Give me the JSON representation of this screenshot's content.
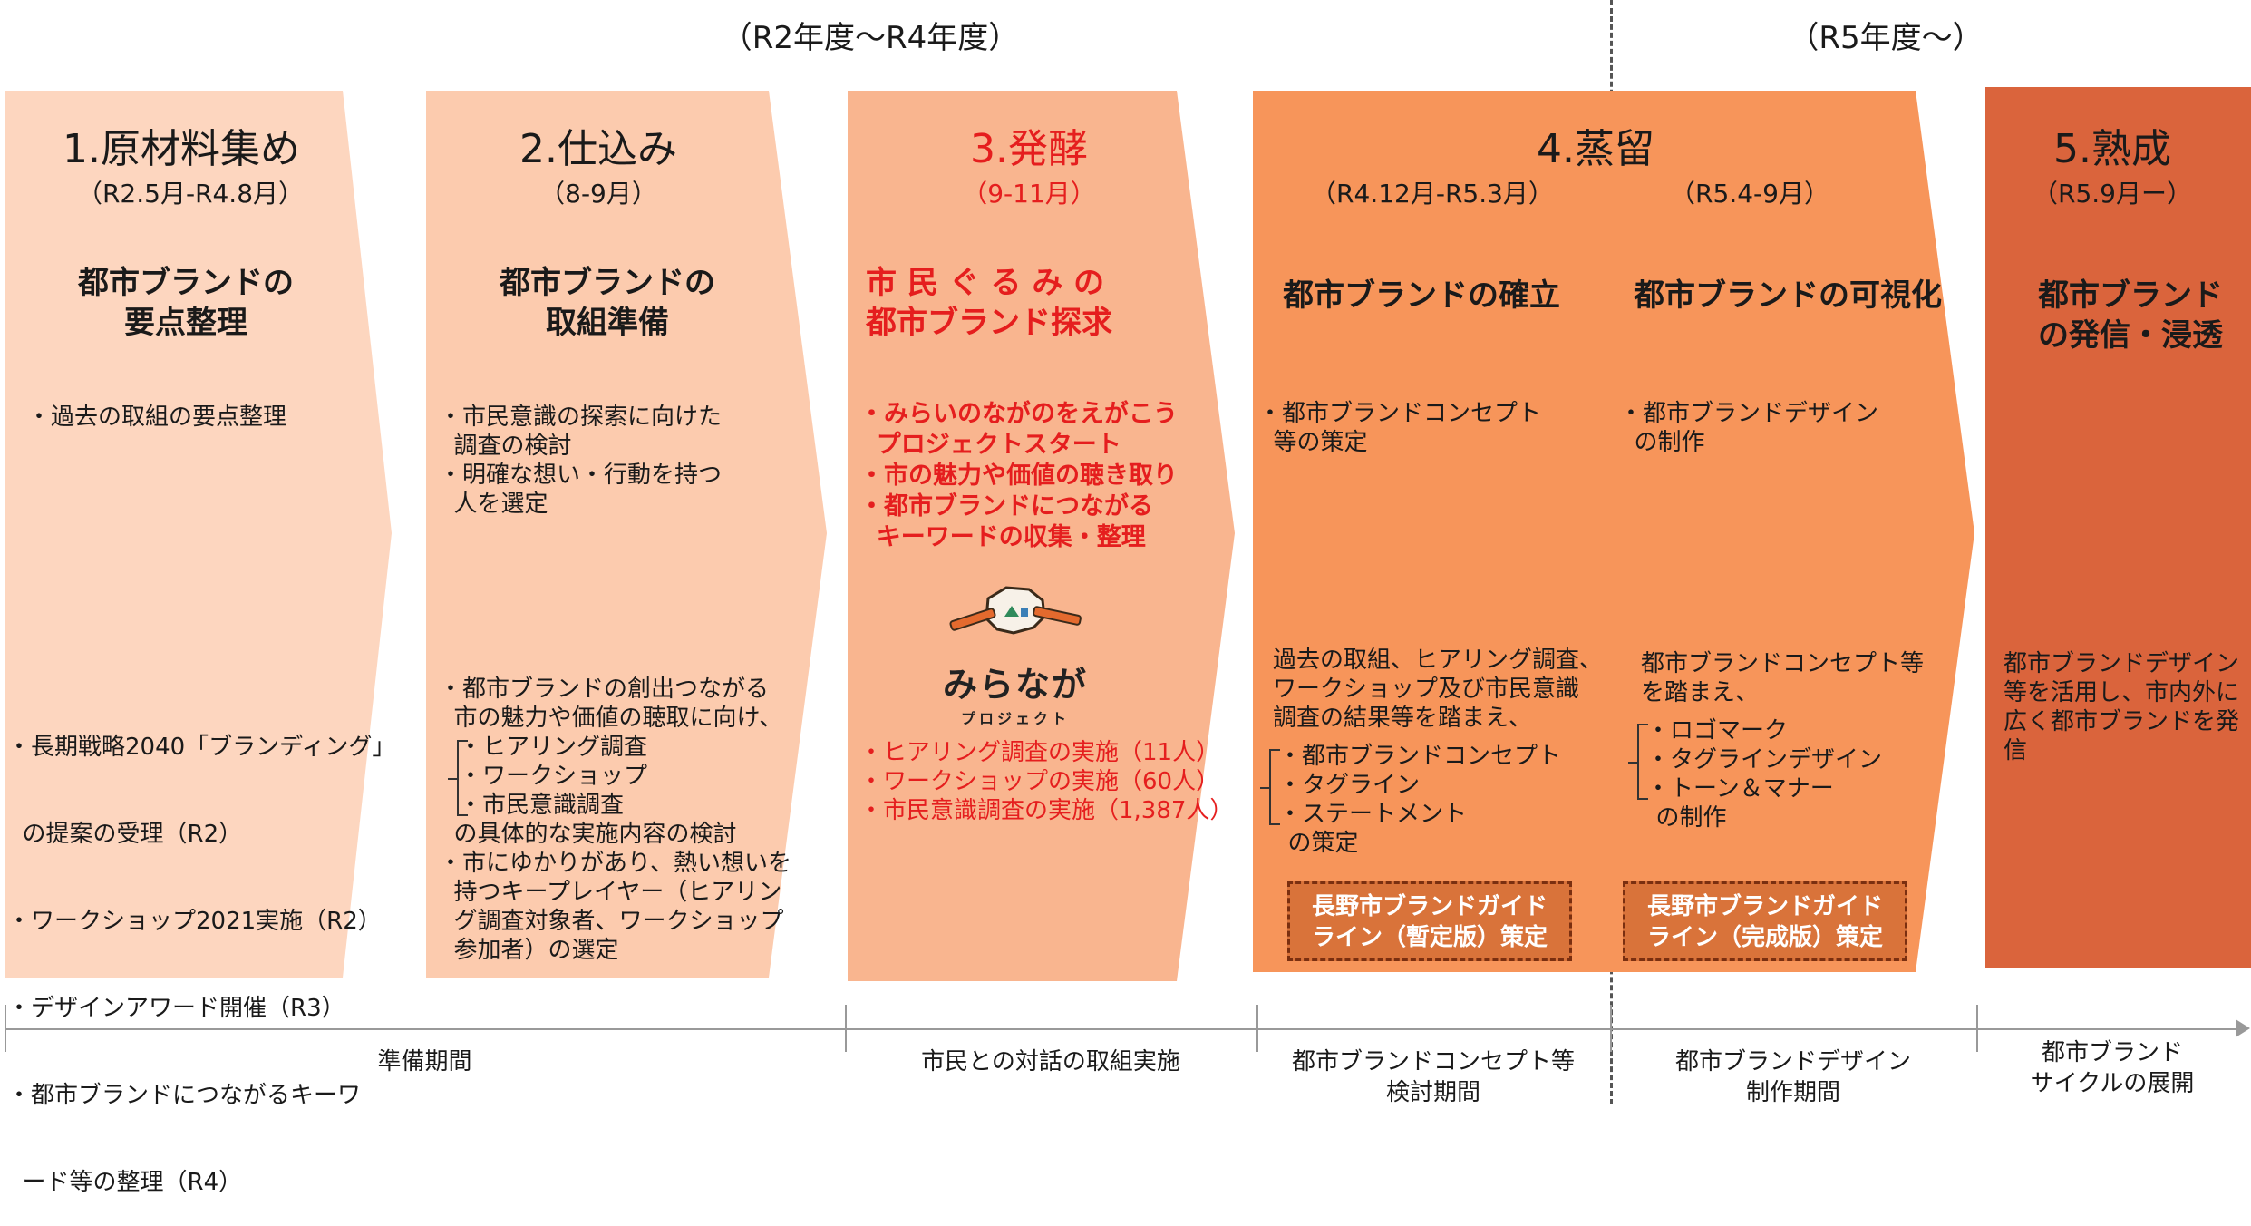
{
  "periods": {
    "left": "（R2年度～R4年度）",
    "right": "（R5年度～）"
  },
  "colors": {
    "step1": "#fdd6bf",
    "step2": "#fccbae",
    "step3": "#f9b58f",
    "step4": "#f7955a",
    "step5": "#da643c",
    "red_text": "#e51e1e",
    "guide_bg": "#d9733a"
  },
  "steps": [
    {
      "title": "1.原材料集め",
      "subtitle": "（R2.5月-R4.8月）",
      "heading_lines": [
        "都市ブランドの",
        "要点整理"
      ],
      "bullets": [
        "・過去の取組の要点整理"
      ],
      "details": [
        "・長期戦略2040「ブランディング」",
        "  の提案の受理（R2）",
        "・ワークショップ2021実施（R2）",
        "・デザインアワード開催（R3）",
        "・都市ブランドにつながるキーワ",
        "  ード等の整理（R4）"
      ]
    },
    {
      "title": "2.仕込み",
      "subtitle": "（8-9月）",
      "heading_lines": [
        "都市ブランドの",
        "取組準備"
      ],
      "bullets": [
        "・市民意識の探索に向けた",
        "  調査の検討",
        "・明確な想い・行動を持つ",
        "  人を選定"
      ],
      "details_intro": [
        "・都市ブランドの創出つながる",
        "  市の魅力や価値の聴取に向け、"
      ],
      "details_bracket": [
        "・ヒアリング調査",
        "・ワークショップ",
        "・市民意識調査"
      ],
      "details_outro": [
        "  の具体的な実施内容の検討",
        "・市にゆかりがあり、熱い想いを",
        "  持つキープレイヤー（ヒアリン",
        "  グ調査対象者、ワークショップ",
        "  参加者）の選定"
      ]
    },
    {
      "title": "3.発酵",
      "subtitle": "（9-11月）",
      "heading_lines": [
        "市 民 ぐ る み の",
        "都市ブランド探求"
      ],
      "bullets": [
        "・みらいのながのをえがこう",
        "  プロジェクトスタート",
        "・市の魅力や価値の聴き取り",
        "・都市ブランドにつながる",
        "  キーワードの収集・整理"
      ],
      "logo_text": "みらなが",
      "logo_sub": "プロジェクト",
      "details": [
        "・ヒアリング調査の実施（11人）",
        "・ワークショップの実施（60人）",
        "・市民意識調査の実施（1,387人）"
      ]
    },
    {
      "title": "4.蒸留",
      "subtitle_a": "（R4.12月-R5.3月）",
      "subtitle_b": "（R5.4-9月）",
      "heading_a": "都市ブランドの確立",
      "heading_b": "都市ブランドの可視化",
      "bullets_a": [
        "・都市ブランドコンセプト",
        "  等の策定"
      ],
      "bullets_b": [
        "・都市ブランドデザイン",
        "  の制作"
      ],
      "details_a_intro": [
        "過去の取組、ヒアリング調査、",
        "ワークショップ及び市民意識",
        "調査の結果等を踏まえ、"
      ],
      "details_a_bracket": [
        "・都市ブランドコンセプト",
        "・タグライン",
        "・ステートメント"
      ],
      "details_a_outro": [
        "  の策定"
      ],
      "details_b_intro": [
        "都市ブランドコンセプト等",
        "を踏まえ、"
      ],
      "details_b_bracket": [
        "・ロゴマーク",
        "・タグラインデザイン",
        "・トーン＆マナー"
      ],
      "details_b_outro": [
        "  の制作"
      ],
      "guide_a": [
        "長野市ブランドガイド",
        "ライン（暫定版）策定"
      ],
      "guide_b": [
        "長野市ブランドガイド",
        "ライン（完成版）策定"
      ]
    },
    {
      "title": "5.熟成",
      "subtitle": "（R5.9月ー）",
      "heading_lines": [
        "都市ブランド",
        "の発信・浸透"
      ],
      "details": [
        "都市ブランドデザイン",
        "等を活用し、市内外に",
        "広く都市ブランドを発",
        "信"
      ]
    }
  ],
  "timeline": {
    "phases": [
      {
        "lines": [
          "準備期間"
        ]
      },
      {
        "lines": [
          "市民との対話の取組実施"
        ]
      },
      {
        "lines": [
          "都市ブランドコンセプト等",
          "検討期間"
        ]
      },
      {
        "lines": [
          "都市ブランドデザイン",
          "制作期間"
        ]
      },
      {
        "lines": [
          "都市ブランド",
          "サイクルの展開"
        ]
      }
    ]
  }
}
